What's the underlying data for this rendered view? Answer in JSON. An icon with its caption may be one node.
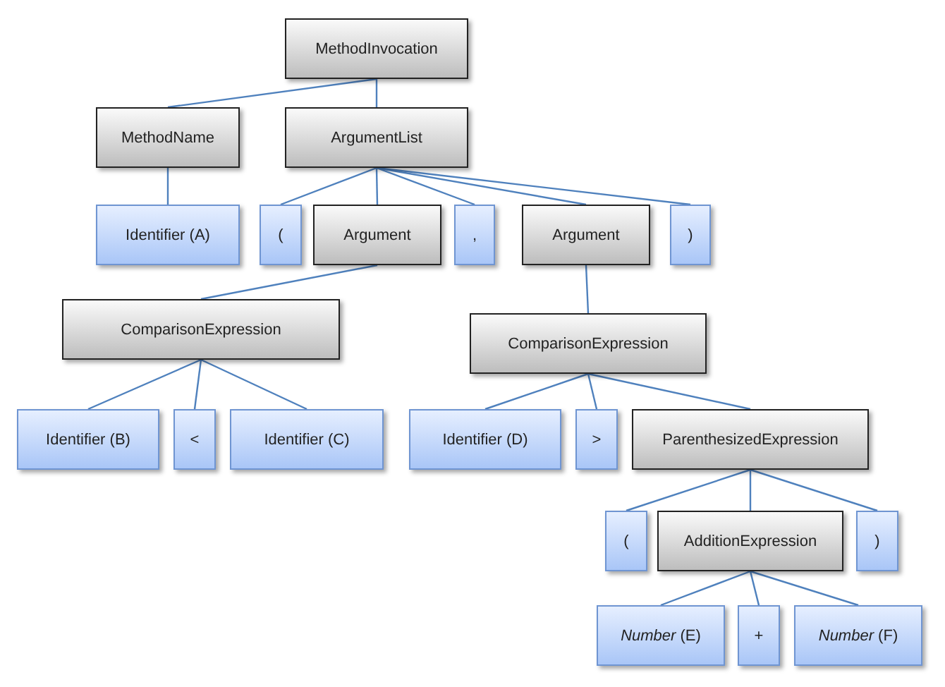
{
  "diagram": {
    "nodes": [
      {
        "text": [
          "MethodInvocation"
        ]
      },
      {
        "text": [
          "MethodName"
        ]
      },
      {
        "text": [
          "ArgumentList"
        ]
      },
      {
        "text": [
          "Identifier (A)"
        ]
      },
      {
        "text": [
          "("
        ]
      },
      {
        "text": [
          "Argument"
        ]
      },
      {
        "text": [
          ","
        ]
      },
      {
        "text": [
          "Argument"
        ]
      },
      {
        "text": [
          ")"
        ]
      },
      {
        "text": [
          "ComparisonExpression"
        ]
      },
      {
        "text": [
          "ComparisonExpression"
        ]
      },
      {
        "text": [
          "Identifier (B)"
        ]
      },
      {
        "text": [
          "<"
        ]
      },
      {
        "text": [
          "Identifier (C)"
        ]
      },
      {
        "text": [
          "Identifier (D)"
        ]
      },
      {
        "text": [
          ">"
        ]
      },
      {
        "text": [
          "ParenthesizedExpression"
        ]
      },
      {
        "text": [
          "("
        ]
      },
      {
        "text": [
          "AdditionExpression"
        ]
      },
      {
        "text": [
          ")"
        ]
      },
      {
        "text": [
          "*Number* (E)"
        ]
      },
      {
        "text": [
          "+"
        ]
      },
      {
        "text": [
          "*Number* (F)"
        ]
      }
    ],
    "edges": [
      {
        "from": 0,
        "to": 1,
        "arrow": "none"
      },
      {
        "from": 0,
        "to": 2,
        "arrow": "none"
      },
      {
        "from": 1,
        "to": 3,
        "arrow": "none"
      },
      {
        "from": 2,
        "to": 4,
        "arrow": "none"
      },
      {
        "from": 2,
        "to": 5,
        "arrow": "none"
      },
      {
        "from": 2,
        "to": 6,
        "arrow": "none"
      },
      {
        "from": 2,
        "to": 7,
        "arrow": "none"
      },
      {
        "from": 2,
        "to": 8,
        "arrow": "none"
      },
      {
        "from": 5,
        "to": 9,
        "arrow": "none"
      },
      {
        "from": 7,
        "to": 10,
        "arrow": "none"
      },
      {
        "from": 9,
        "to": 11,
        "arrow": "none"
      },
      {
        "from": 9,
        "to": 12,
        "arrow": "none"
      },
      {
        "from": 9,
        "to": 13,
        "arrow": "none"
      },
      {
        "from": 10,
        "to": 14,
        "arrow": "none"
      },
      {
        "from": 10,
        "to": 15,
        "arrow": "none"
      },
      {
        "from": 10,
        "to": 16,
        "arrow": "none"
      },
      {
        "from": 16,
        "to": 17,
        "arrow": "none"
      },
      {
        "from": 16,
        "to": 18,
        "arrow": "none"
      },
      {
        "from": 16,
        "to": 19,
        "arrow": "none"
      },
      {
        "from": 18,
        "to": 20,
        "arrow": "none"
      },
      {
        "from": 18,
        "to": 21,
        "arrow": "none"
      },
      {
        "from": 18,
        "to": 22,
        "arrow": "none"
      }
    ]
  }
}
